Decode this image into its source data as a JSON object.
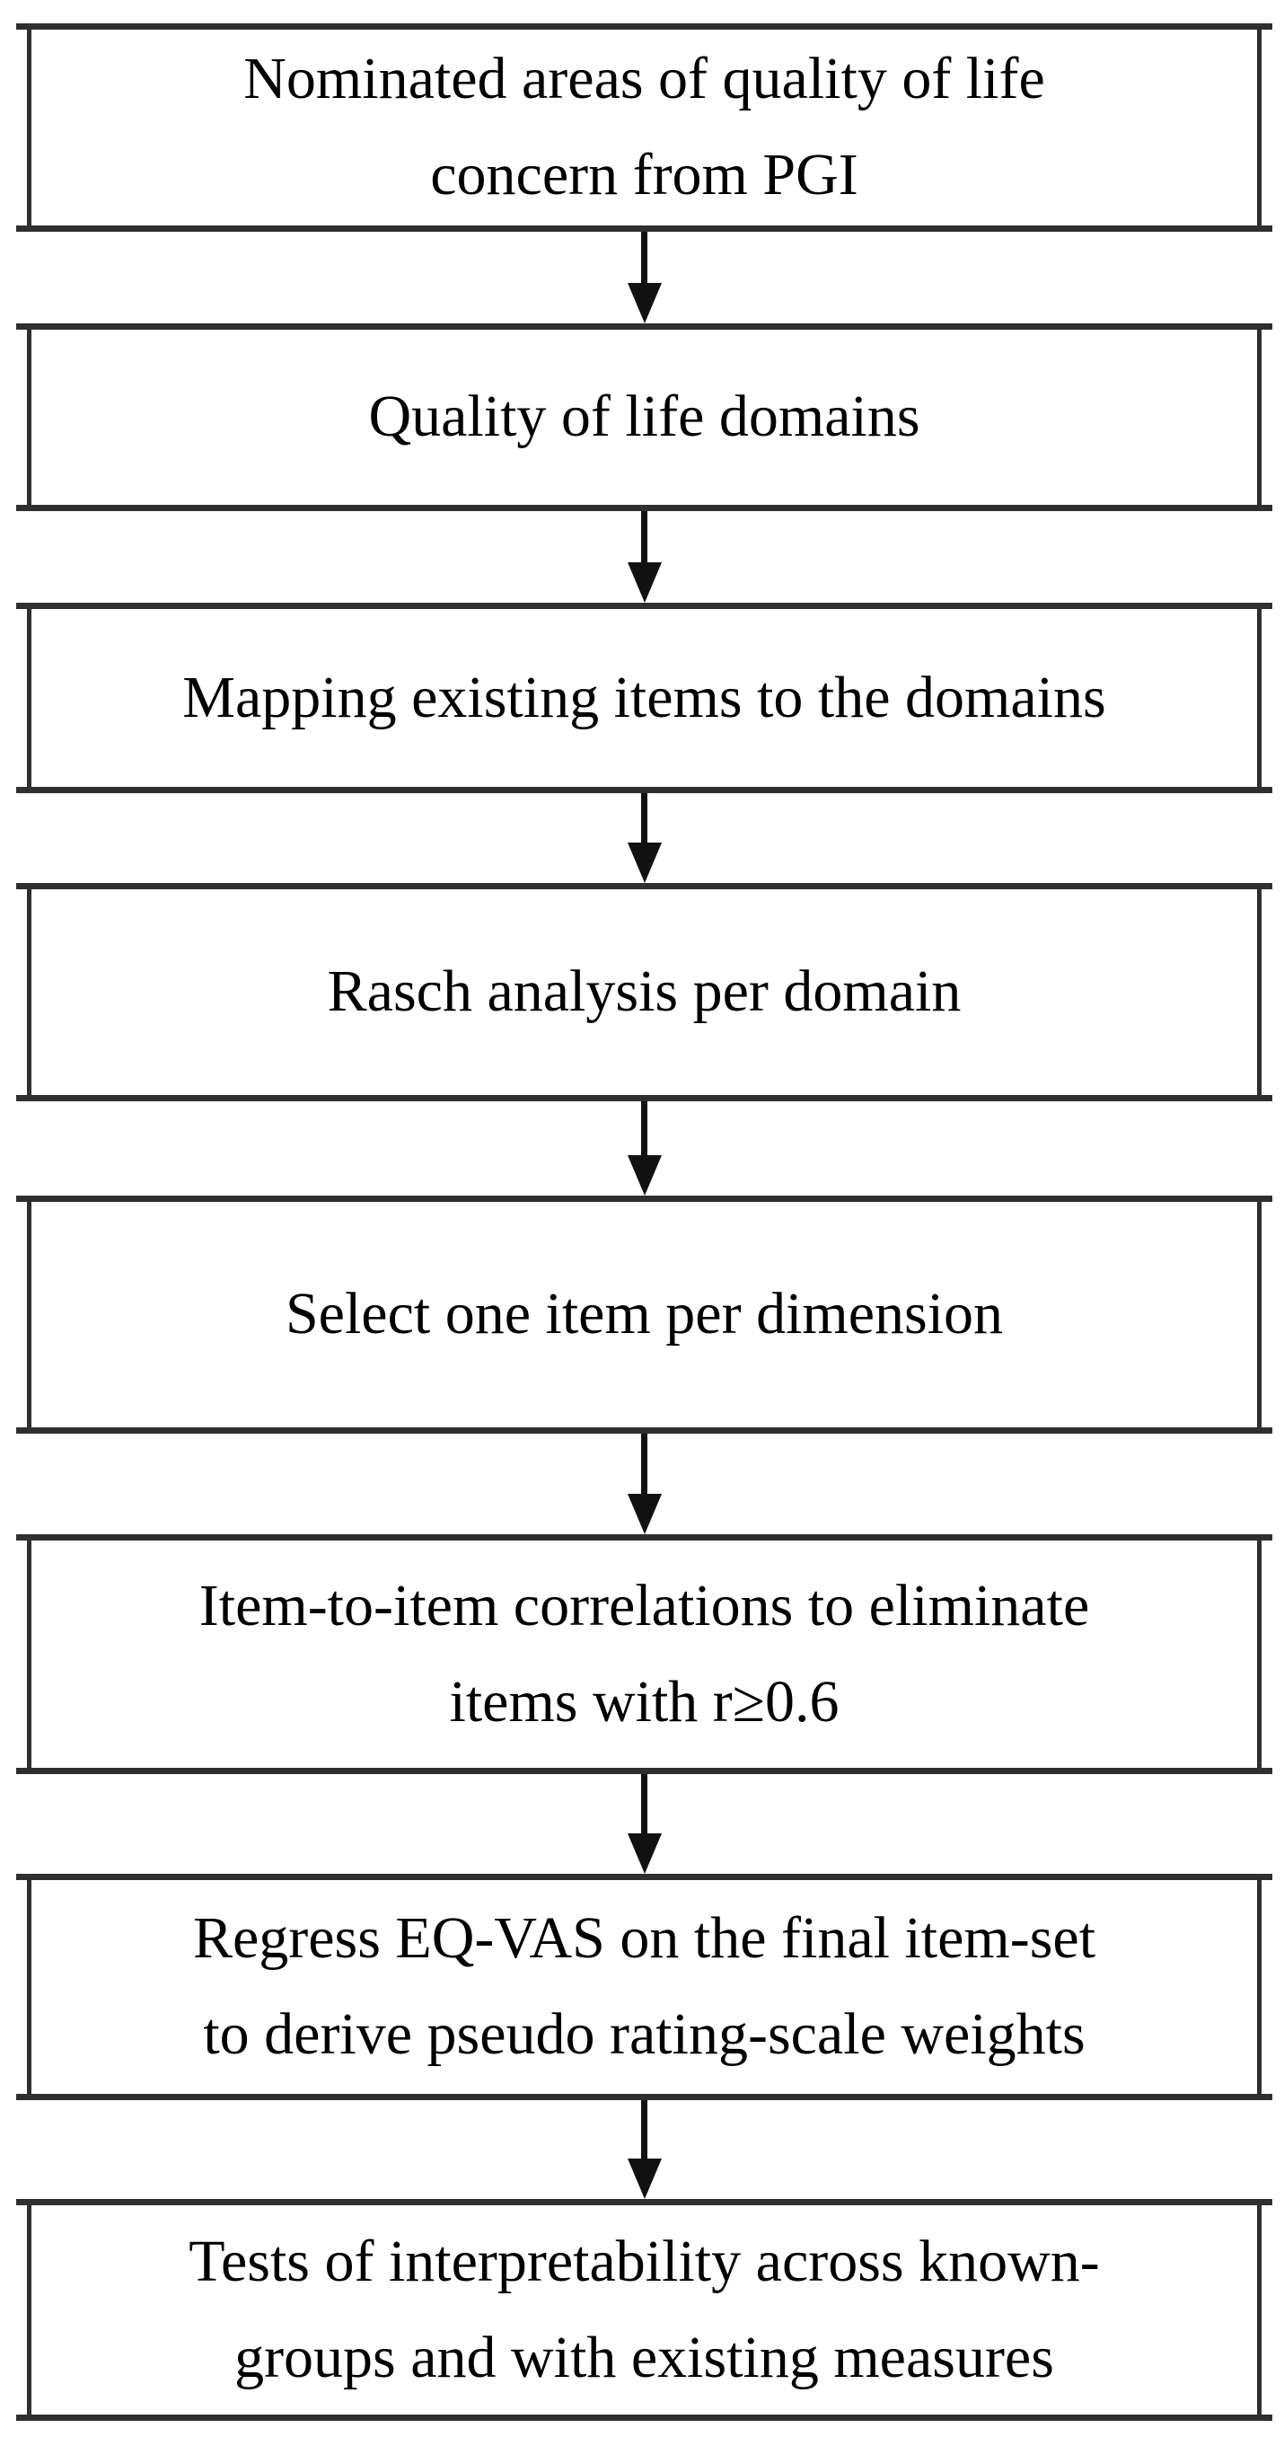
{
  "colors": {
    "line": "#2f2f2f",
    "arrow": "#111111",
    "text": "#000000",
    "background": "#ffffff"
  },
  "flowchart": {
    "type": "flowchart",
    "direction": "top-to-bottom",
    "connector": "down-arrow",
    "steps": [
      {
        "lines": [
          "Nominated areas of quality of life",
          "concern from PGI"
        ]
      },
      {
        "lines": [
          "Quality of life domains"
        ]
      },
      {
        "lines": [
          "Mapping existing items to the domains"
        ]
      },
      {
        "lines": [
          "Rasch analysis per domain"
        ]
      },
      {
        "lines": [
          "Select one item per dimension"
        ]
      },
      {
        "lines": [
          "Item-to-item correlations to eliminate",
          "items with r≥0.6"
        ]
      },
      {
        "lines": [
          "Regress EQ-VAS on the final item-set",
          "to derive pseudo rating-scale weights"
        ]
      },
      {
        "lines": [
          "Tests of interpretability across known-",
          "groups and with existing measures"
        ]
      }
    ]
  }
}
